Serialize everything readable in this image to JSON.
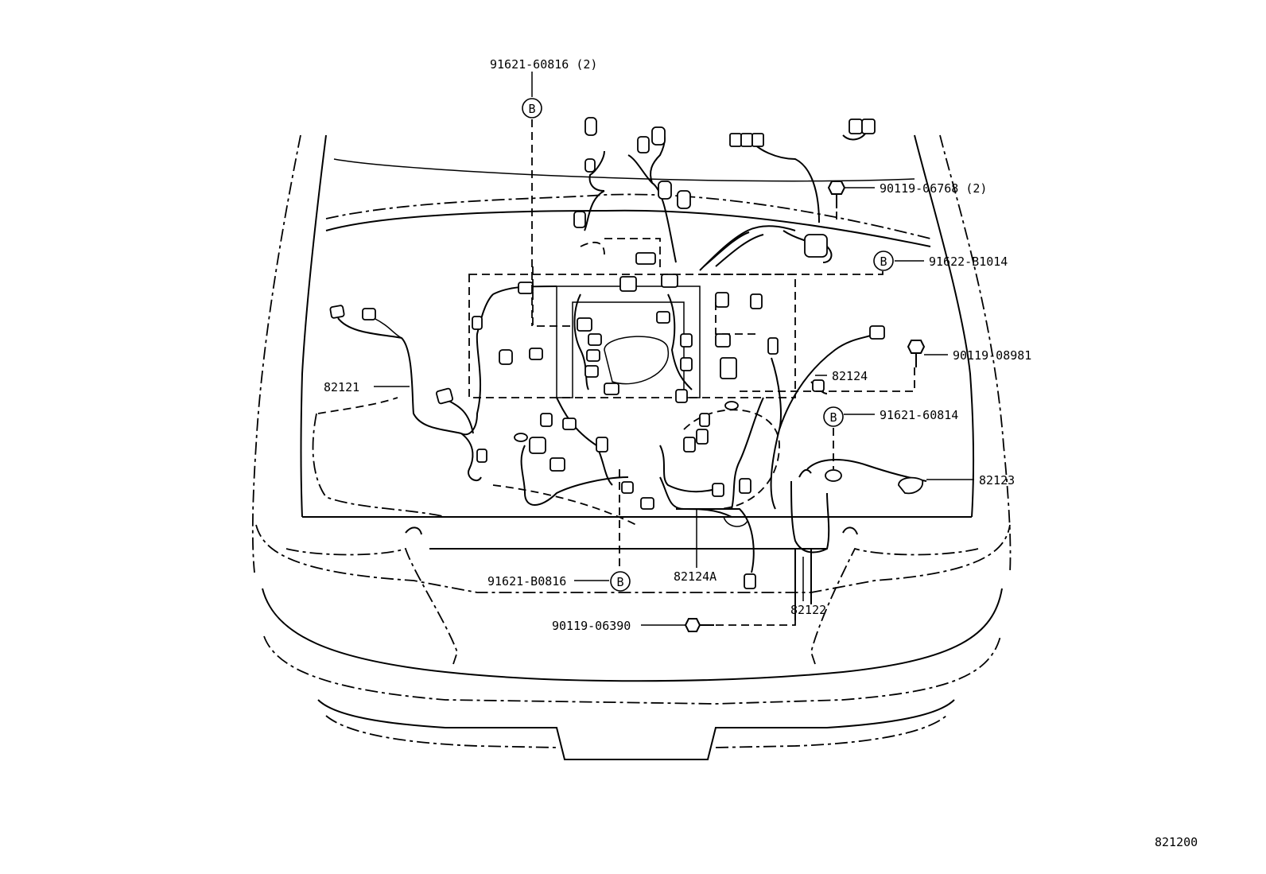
{
  "callouts": {
    "bolt_91621_60816": "91621-60816 (2)",
    "bolt_90119_06768": "90119-06768 (2)",
    "bolt_91622_b1014": "91622-B1014",
    "bolt_90119_08981": "90119-08981",
    "wire_82121": "82121",
    "wire_82124": "82124",
    "bolt_91621_60814": "91621-60814",
    "wire_82123": "82123",
    "bolt_91621_b0816": "91621-B0816",
    "wire_82124a": "82124A",
    "wire_82122": "82122",
    "bolt_90119_06390": "90119-06390"
  },
  "marker_letter": "B",
  "figure_number": "821200"
}
